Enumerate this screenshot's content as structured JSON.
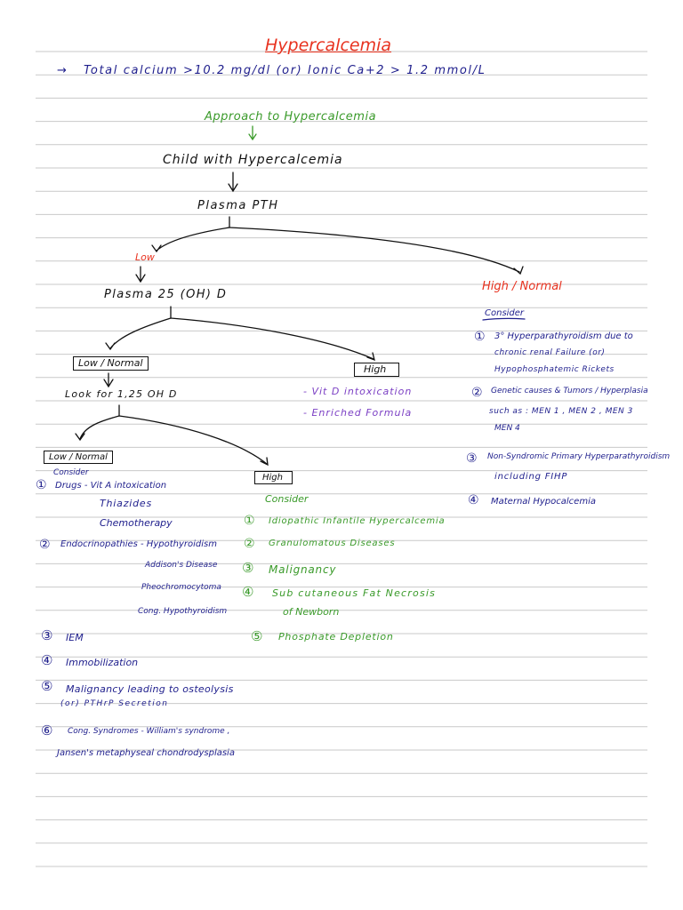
{
  "colors": {
    "title": "#e8321f",
    "heading": "#3a9a2a",
    "text": "#1e1e8c",
    "tree": "#111111",
    "vitd": "#7b3fc4",
    "rule": "#c9c9c9"
  },
  "title": "Hypercalcemia",
  "definition": {
    "arrow": "→",
    "text": "Total calcium >10.2 mg/dl (or) Ionic Ca+2 > 1.2 mmol/L"
  },
  "approach": {
    "heading": "Approach to Hypercalcemia"
  },
  "tree": {
    "root": "Child with Hypercalcemia",
    "pth": "Plasma PTH",
    "low": "Low",
    "high_normal": "High / Normal",
    "vitd25": "Plasma 25 (OH) D",
    "low_normal_1": "Low / Normal",
    "high_1": "High",
    "look_for": "Look for 1,25 OH D",
    "low_normal_2": "Low / Normal",
    "high_2": "High"
  },
  "vitd_high": {
    "items": [
      "- Vit D intoxication",
      "- Enriched Formula"
    ]
  },
  "high_normal_consider": {
    "label": "Consider",
    "items": [
      {
        "num": "①",
        "lines": [
          "3° Hyperparathyroidism due to",
          "chronic renal Failure (or)",
          "Hypophosphatemic Rickets"
        ]
      },
      {
        "num": "②",
        "lines": [
          "Genetic causes & Tumors / Hyperplasia",
          "such as : MEN 1 , MEN 2 , MEN 3",
          "MEN 4"
        ]
      },
      {
        "num": "③",
        "lines": [
          "Non-Syndromic Primary Hyperparathyroidism",
          "including FIHP"
        ]
      },
      {
        "num": "④",
        "lines": [
          "Maternal Hypocalcemia"
        ]
      }
    ]
  },
  "high_consider": {
    "label": "Consider",
    "items": [
      {
        "num": "①",
        "lines": [
          "Idiopathic Infantile Hypercalcemia"
        ]
      },
      {
        "num": "②",
        "lines": [
          "Granulomatous Diseases"
        ]
      },
      {
        "num": "③",
        "lines": [
          "Malignancy"
        ]
      },
      {
        "num": "④",
        "lines": [
          "Sub cutaneous Fat Necrosis",
          "of Newborn"
        ]
      },
      {
        "num": "⑤",
        "lines": [
          "Phosphate Depletion"
        ]
      }
    ]
  },
  "low_normal_consider": {
    "label": "Consider",
    "drugs": {
      "num": "①",
      "head": "Drugs - Vit A intoxication",
      "sub": [
        "Thiazides",
        "Chemotherapy"
      ]
    },
    "endo": {
      "num": "②",
      "head": "Endocrinopathies - Hypothyroidism",
      "sub": [
        "Addison's Disease",
        "Pheochromocytoma",
        "Cong. Hypothyroidism"
      ]
    },
    "iem": {
      "num": "③",
      "head": "IEM"
    },
    "immob": {
      "num": "④",
      "head": "Immobilization"
    },
    "malig": {
      "num": "⑤",
      "head": "Malignancy leading to osteolysis",
      "sub": [
        "(or) PTHrP Secretion"
      ]
    },
    "cong": {
      "num": "⑥",
      "head": "Cong. Syndromes - William's syndrome ,",
      "sub": [
        "Jansen's metaphyseal chondrodysplasia"
      ]
    }
  }
}
